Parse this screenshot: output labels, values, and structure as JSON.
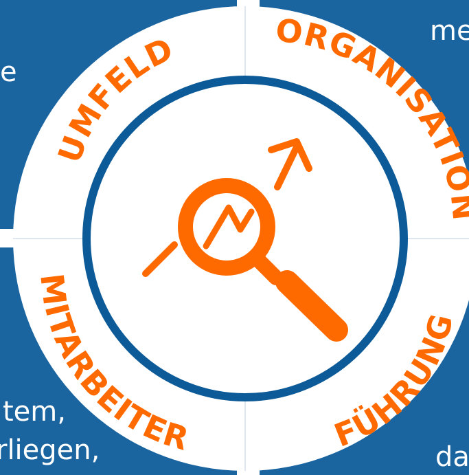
{
  "colors": {
    "blue_panel": "#1a64a0",
    "ring_white": "#ffffff",
    "inner_ring": "#0c5a97",
    "accent": "#ff6a00",
    "text_fragment": "#ffffff"
  },
  "segments": {
    "top_left": "UMFELD",
    "top_right": "ORGANISATION",
    "bottom_left": "MITARBEITER",
    "bottom_right": "FÜHRUNG"
  },
  "fragments": {
    "top_left_line1": "e",
    "top_right_line1": "me",
    "bottom_left_line1": "tem,",
    "bottom_left_line2": "rliegen,",
    "bottom_right_line1": "da"
  },
  "center_icon": "magnifier-trend-icon"
}
